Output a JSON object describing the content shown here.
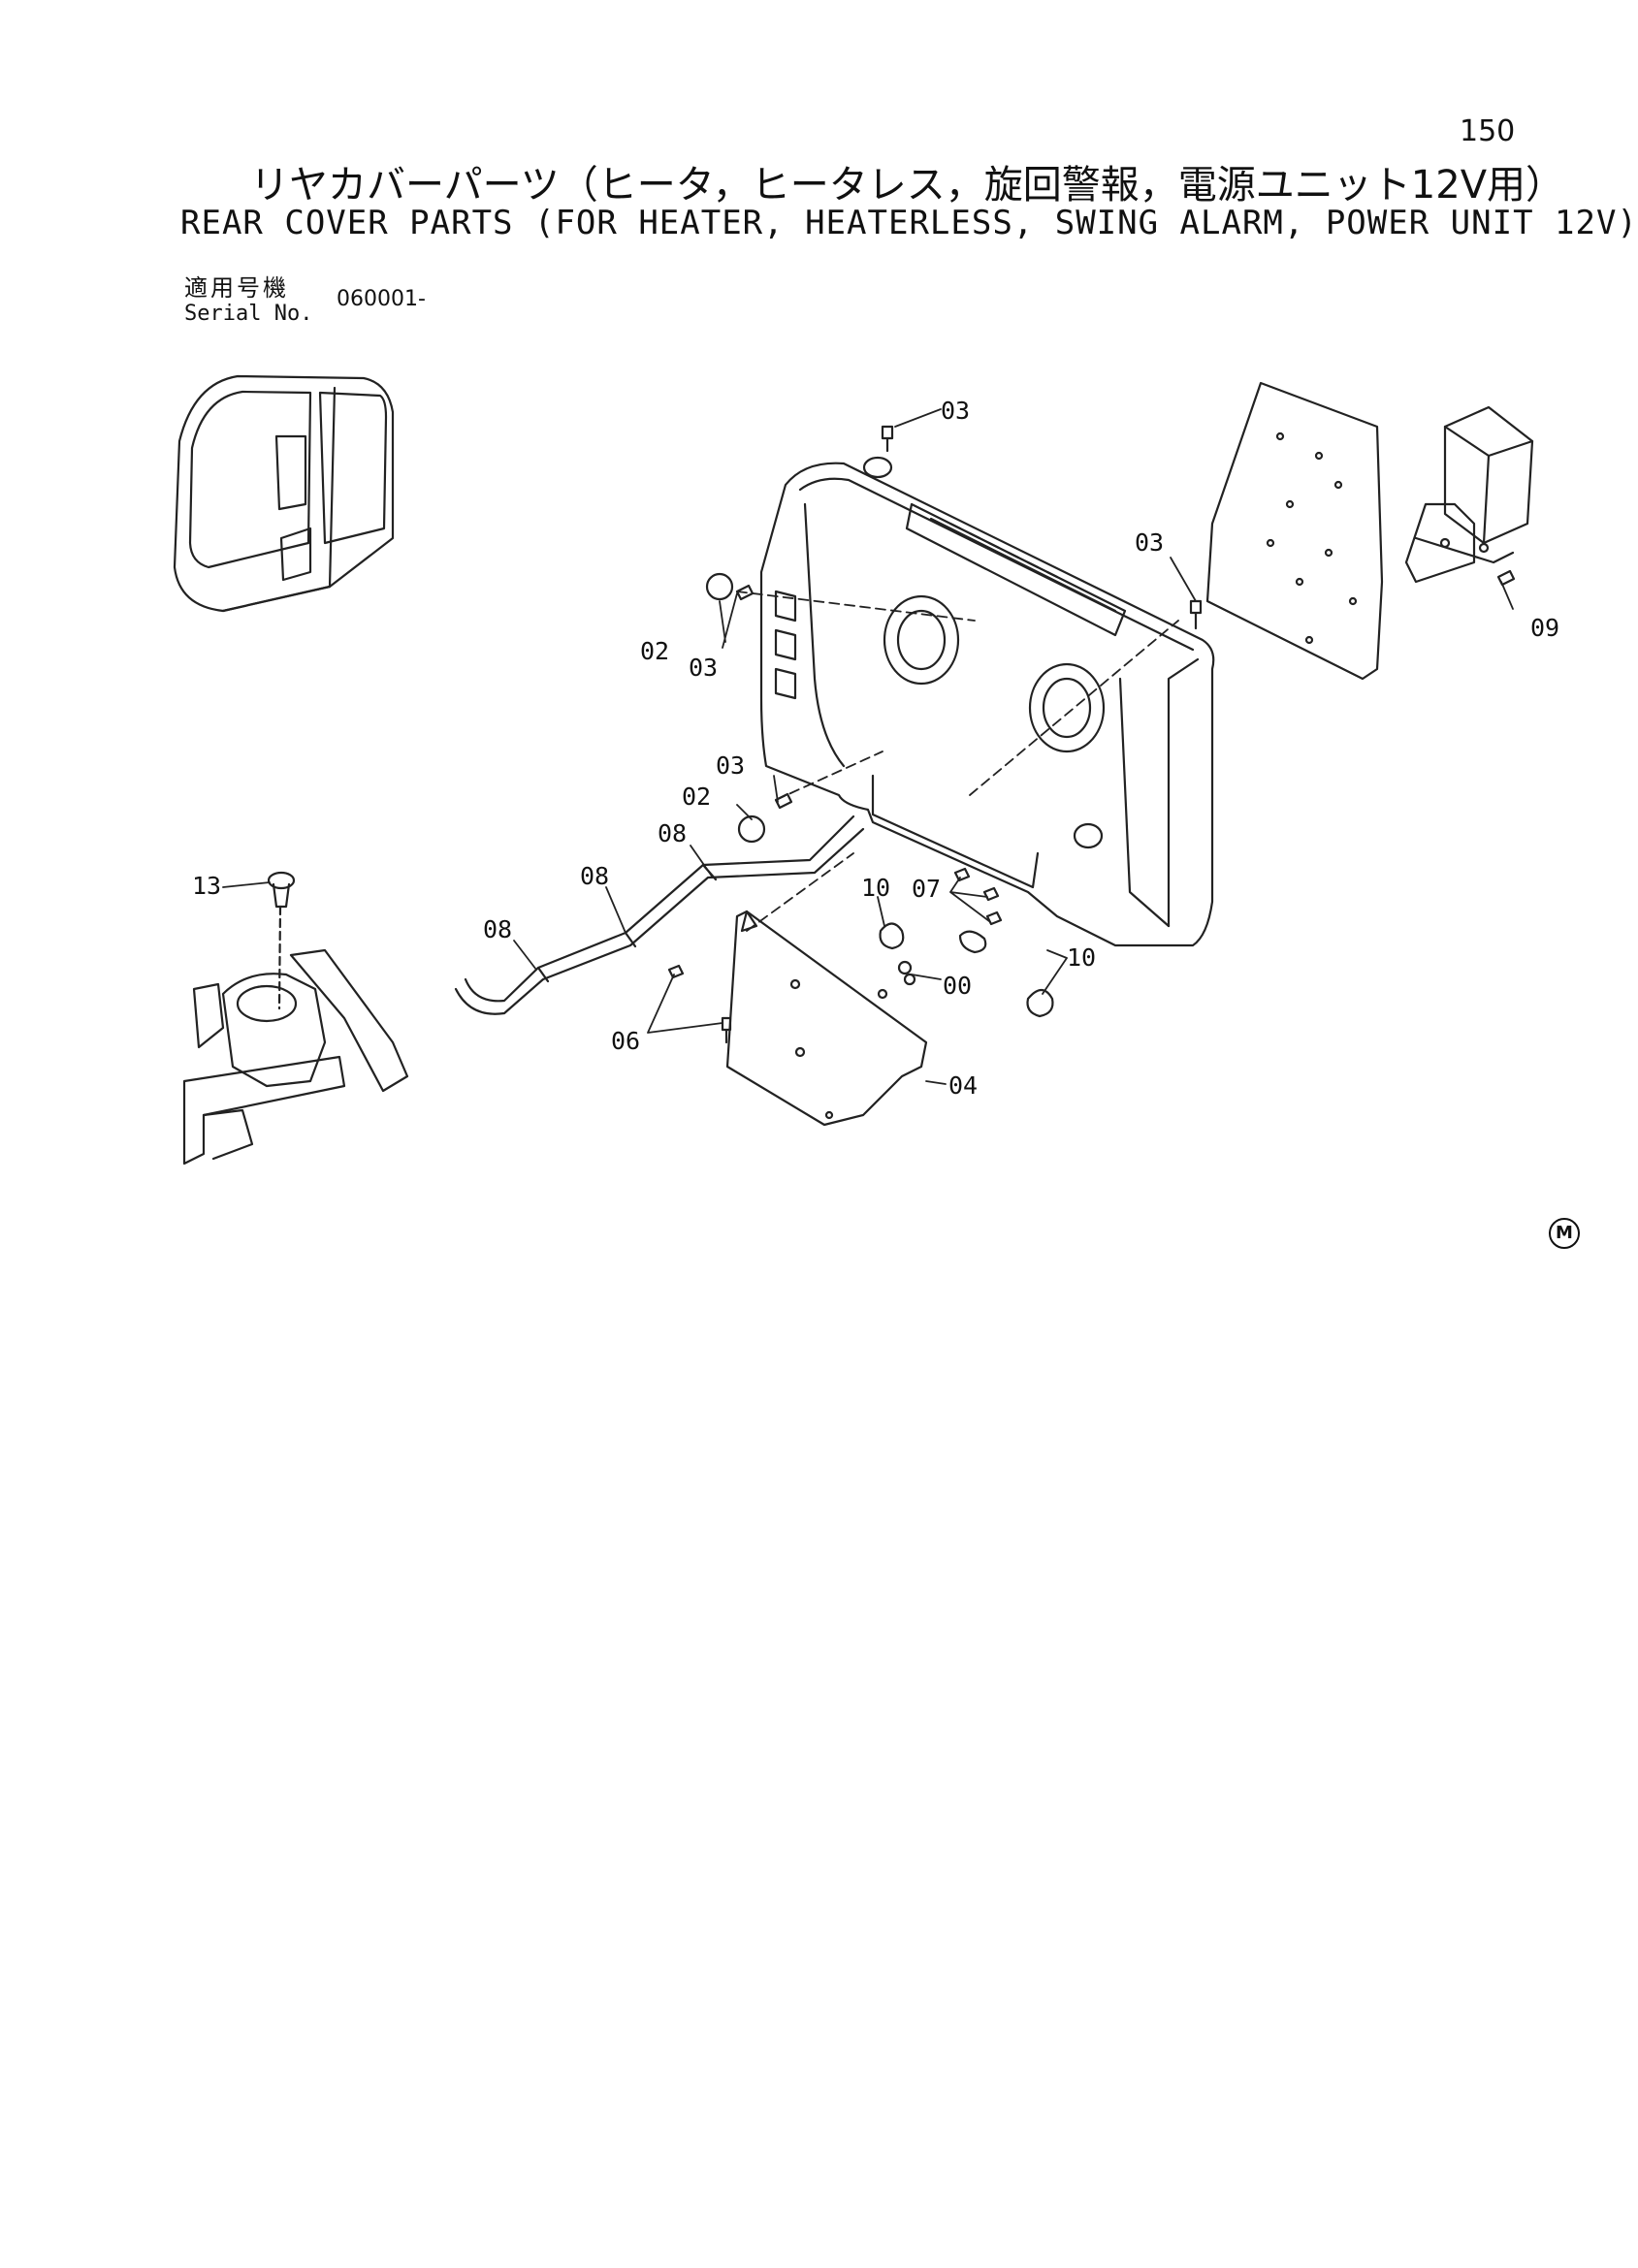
{
  "page": {
    "number": "150"
  },
  "title": {
    "japanese": "リヤカバーパーツ（ヒータ，ヒータレス，旋回警報，電源ユニット12V用）",
    "english": "REAR COVER PARTS (FOR HEATER, HEATERLESS, SWING ALARM, POWER UNIT 12V)"
  },
  "serial": {
    "label_ja": "適用号機",
    "label_en": "Serial No.",
    "value": "060001-"
  },
  "callouts": [
    "03",
    "03",
    "03",
    "02",
    "03",
    "02",
    "08",
    "08",
    "08",
    "09",
    "10",
    "07",
    "00",
    "10",
    "06",
    "04",
    "13"
  ],
  "mark": "M"
}
